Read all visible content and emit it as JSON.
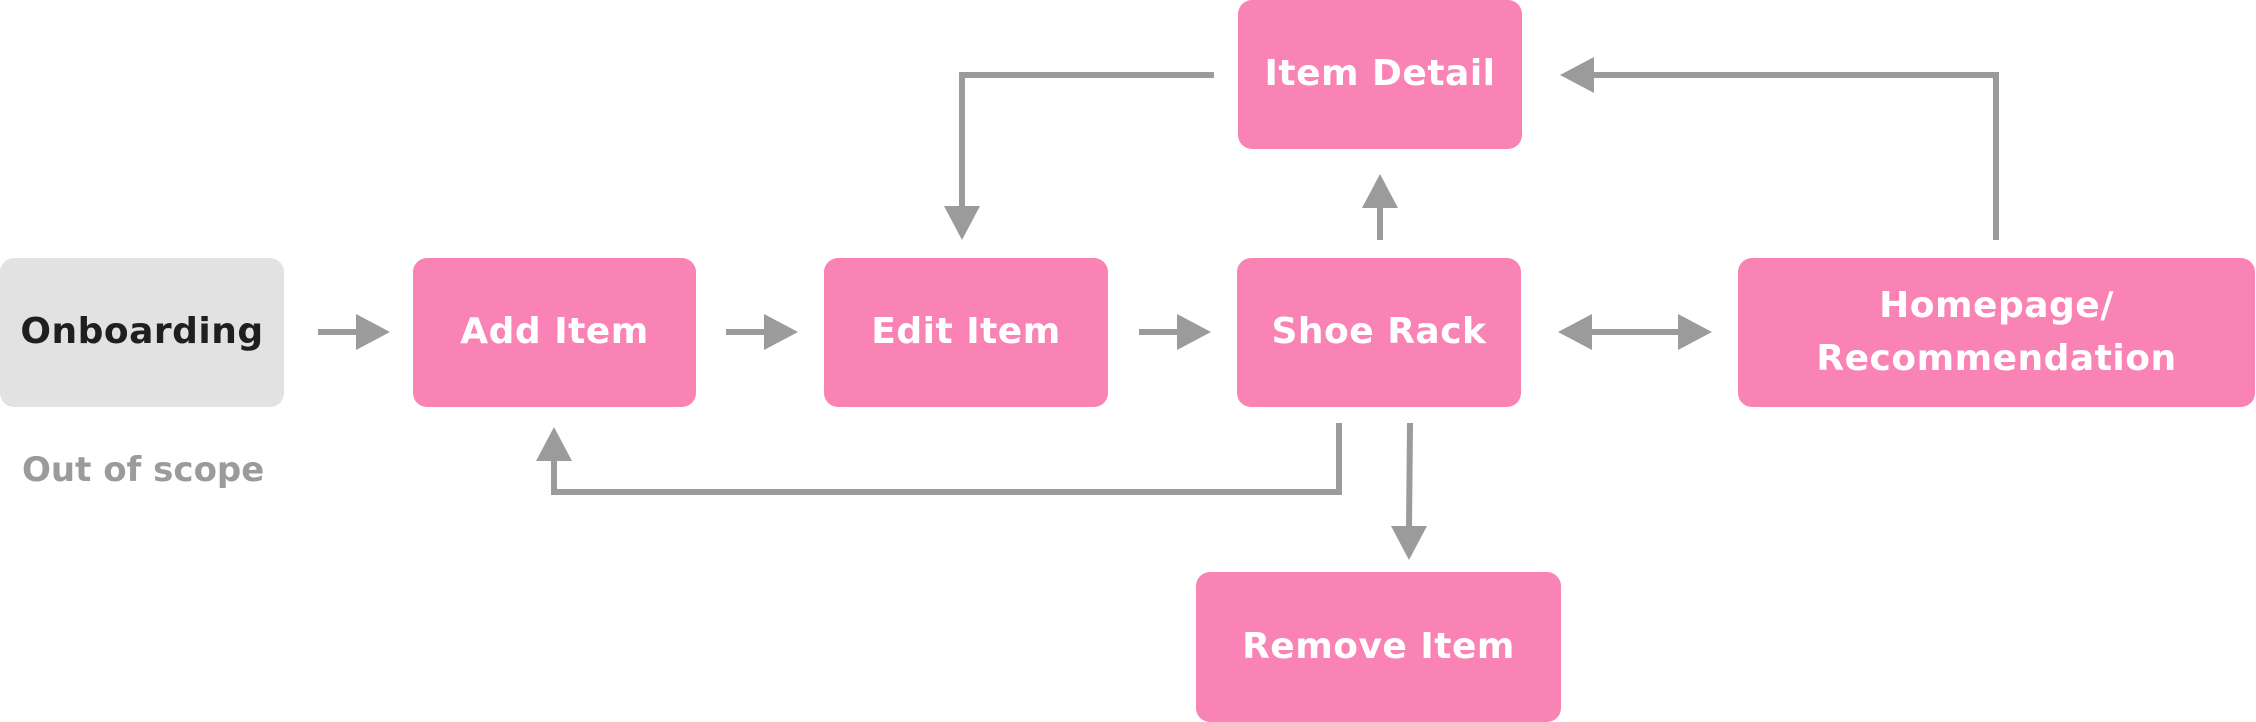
{
  "nodes": {
    "onboarding": "Onboarding",
    "add_item": "Add Item",
    "edit_item": "Edit Item",
    "shoe_rack": "Shoe Rack",
    "item_detail": "Item Detail",
    "remove_item": "Remove Item",
    "homepage": "Homepage/\nRecommendation"
  },
  "notes": {
    "out_of_scope": "Out of scope"
  },
  "colors": {
    "flow_node": "#f983b4",
    "out_of_scope_node": "#e2e2e2",
    "arrow": "#9b9b9b"
  }
}
